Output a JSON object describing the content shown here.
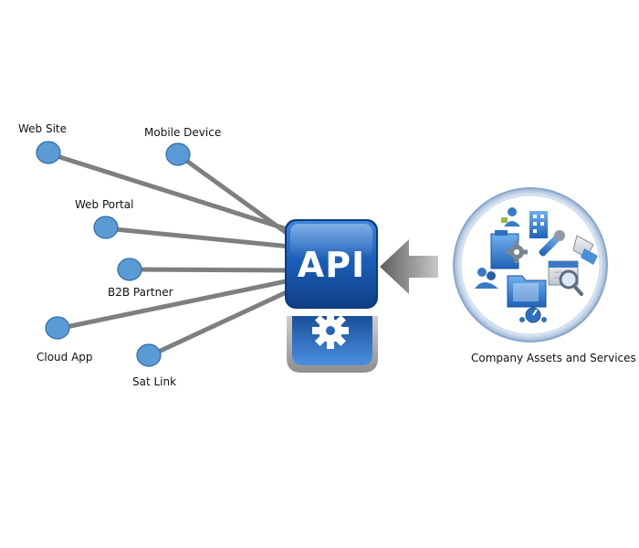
{
  "clients": [
    {
      "id": "web-site",
      "label": "Web Site"
    },
    {
      "id": "mobile-device",
      "label": "Mobile Device"
    },
    {
      "id": "web-portal",
      "label": "Web Portal"
    },
    {
      "id": "b2b-partner",
      "label": "B2B Partner"
    },
    {
      "id": "cloud-app",
      "label": "Cloud App"
    },
    {
      "id": "sat-link",
      "label": "Sat Link"
    }
  ],
  "api_box": {
    "label": "API"
  },
  "assets": {
    "label": "Company Assets and Services"
  },
  "colors": {
    "node_fill": "#5b9bd5",
    "node_stroke": "#2e6ca8",
    "connector": "#7f7f7f",
    "api_blue": "#1f5fb3",
    "arrow_gray": "#8c8c8c"
  },
  "icons": [
    "gear-icon",
    "building-icon",
    "people-icon",
    "folder-icon",
    "calendar-icon",
    "magnifier-icon",
    "wrench-icon",
    "tag-icon",
    "gauge-icon",
    "document-icon"
  ]
}
